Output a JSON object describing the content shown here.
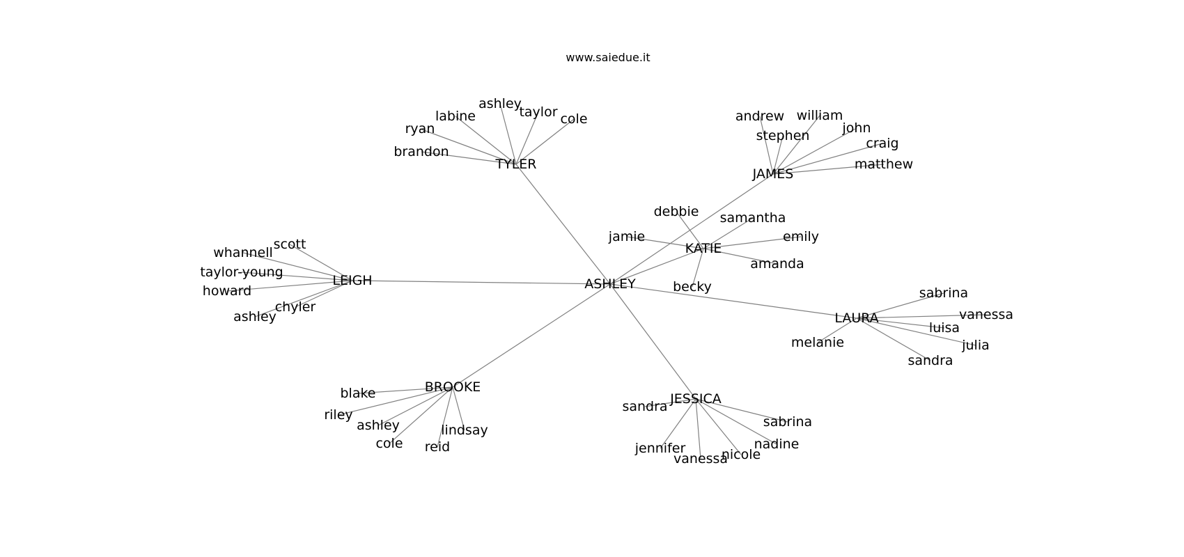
{
  "title": "www.saiedue.it",
  "diagram": {
    "type": "tree",
    "root": "ASHLEY",
    "groups": [
      {
        "name": "TYLER",
        "leaves": [
          "brandon",
          "ryan",
          "labine",
          "ashley",
          "taylor",
          "cole"
        ]
      },
      {
        "name": "JAMES",
        "leaves": [
          "andrew",
          "william",
          "stephen",
          "john",
          "craig",
          "matthew"
        ]
      },
      {
        "name": "KATIE",
        "leaves": [
          "debbie",
          "samantha",
          "jamie",
          "emily",
          "amanda",
          "becky"
        ]
      },
      {
        "name": "LEIGH",
        "leaves": [
          "scott",
          "whannell",
          "taylor-young",
          "howard",
          "chyler",
          "ashley"
        ]
      },
      {
        "name": "LAURA",
        "leaves": [
          "sabrina",
          "vanessa",
          "luisa",
          "julia",
          "sandra",
          "melanie"
        ]
      },
      {
        "name": "BROOKE",
        "leaves": [
          "blake",
          "riley",
          "ashley",
          "cole",
          "reid",
          "lindsay"
        ]
      },
      {
        "name": "JESSICA",
        "leaves": [
          "sandra",
          "sabrina",
          "nadine",
          "nicole",
          "vanessa",
          "jennifer"
        ]
      }
    ]
  }
}
